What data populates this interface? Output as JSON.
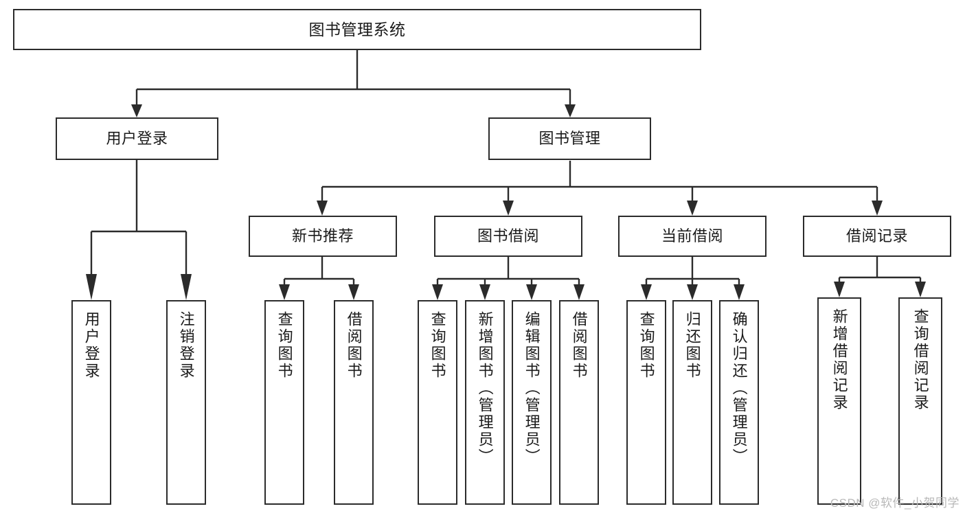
{
  "diagram": {
    "title": "图书管理系统",
    "type": "功能结构图",
    "colors": {
      "stroke": "#2b2b2b",
      "fill": "#ffffff",
      "text": "#1a1a1a",
      "watermark": "#b8b8b8"
    },
    "watermark": "CSDN @软件_小贺同学"
  },
  "nodes": {
    "root": {
      "label": "图书管理系统"
    },
    "level1": [
      {
        "id": "user-login",
        "label": "用户登录"
      },
      {
        "id": "book-management",
        "label": "图书管理"
      }
    ],
    "level2": [
      {
        "id": "new-book-recommend",
        "label": "新书推荐"
      },
      {
        "id": "book-borrow",
        "label": "图书借阅"
      },
      {
        "id": "current-borrow",
        "label": "当前借阅"
      },
      {
        "id": "borrow-record",
        "label": "借阅记录"
      }
    ],
    "leaves": {
      "user_login": [
        {
          "id": "leaf-user-login",
          "label": "用户登录"
        },
        {
          "id": "leaf-logout-login",
          "label": "注销登录"
        }
      ],
      "new_book_recommend": [
        {
          "id": "leaf-query-book-1",
          "label": "查询图书"
        },
        {
          "id": "leaf-borrow-book-1",
          "label": "借阅图书"
        }
      ],
      "book_borrow": [
        {
          "id": "leaf-query-book-2",
          "label": "查询图书"
        },
        {
          "id": "leaf-add-book",
          "label": "新增图书（管理员）"
        },
        {
          "id": "leaf-edit-book",
          "label": "编辑图书（管理员）"
        },
        {
          "id": "leaf-borrow-book-2",
          "label": "借阅图书"
        }
      ],
      "current_borrow": [
        {
          "id": "leaf-query-book-3",
          "label": "查询图书"
        },
        {
          "id": "leaf-return-book",
          "label": "归还图书"
        },
        {
          "id": "leaf-confirm-return",
          "label": "确认归还（管理员）"
        }
      ],
      "borrow_record": [
        {
          "id": "leaf-add-borrow-record",
          "label": "新增借阅记录"
        },
        {
          "id": "leaf-query-borrow-record",
          "label": "查询借阅记录"
        }
      ]
    }
  },
  "chart_data": {
    "type": "tree",
    "title": "图书管理系统",
    "orientation": "top-down",
    "tree": {
      "name": "图书管理系统",
      "children": [
        {
          "name": "用户登录",
          "children": [
            {
              "name": "用户登录"
            },
            {
              "name": "注销登录"
            }
          ]
        },
        {
          "name": "图书管理",
          "children": [
            {
              "name": "新书推荐",
              "children": [
                {
                  "name": "查询图书"
                },
                {
                  "name": "借阅图书"
                }
              ]
            },
            {
              "name": "图书借阅",
              "children": [
                {
                  "name": "查询图书"
                },
                {
                  "name": "新增图书（管理员）"
                },
                {
                  "name": "编辑图书（管理员）"
                },
                {
                  "name": "借阅图书"
                }
              ]
            },
            {
              "name": "当前借阅",
              "children": [
                {
                  "name": "查询图书"
                },
                {
                  "name": "归还图书"
                },
                {
                  "name": "确认归还（管理员）"
                }
              ]
            },
            {
              "name": "借阅记录",
              "children": [
                {
                  "name": "新增借阅记录"
                },
                {
                  "name": "查询借阅记录"
                }
              ]
            }
          ]
        }
      ]
    }
  }
}
